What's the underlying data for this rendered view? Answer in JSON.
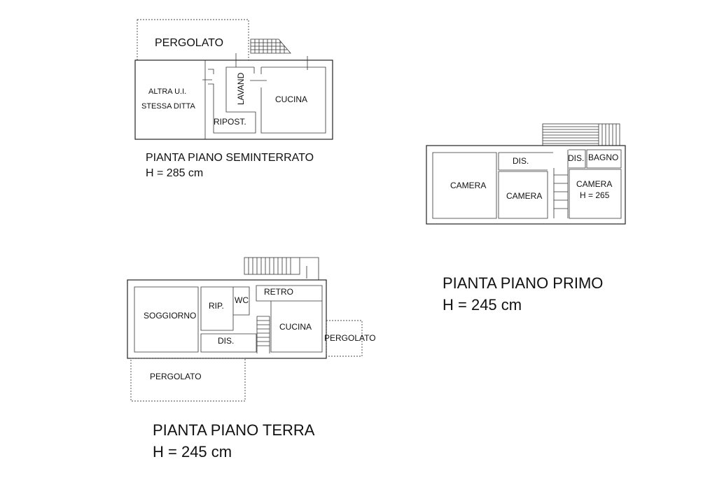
{
  "seminterrato": {
    "title": "PIANTA PIANO SEMINTERRATO",
    "height": "H = 285 cm",
    "rooms": {
      "pergolato": "PERGOLATO",
      "altra1": "ALTRA  U.I.",
      "altra2": "STESSA DITTA",
      "lavand": "LAVAND",
      "cucina": "CUCINA",
      "ripost": "RIPOST."
    }
  },
  "primo": {
    "title": "PIANTA PIANO PRIMO",
    "height": "H = 245 cm",
    "rooms": {
      "camera_left": "CAMERA",
      "dis1": "DIS.",
      "camera_mid": "CAMERA",
      "dis2": "DIS.",
      "bagno": "BAGNO",
      "camera_right": "CAMERA",
      "camera_right_h": "H = 265"
    }
  },
  "terra": {
    "title": "PIANTA PIANO TERRA",
    "height": "H = 245 cm",
    "rooms": {
      "soggiorno": "SOGGIORNO",
      "rip": "RIP.",
      "wc": "WC",
      "retro": "RETRO",
      "cucina": "CUCINA",
      "dis": "DIS.",
      "pergolato_right": "PERGOLATO",
      "pergolato_bottom": "PERGOLATO"
    }
  }
}
